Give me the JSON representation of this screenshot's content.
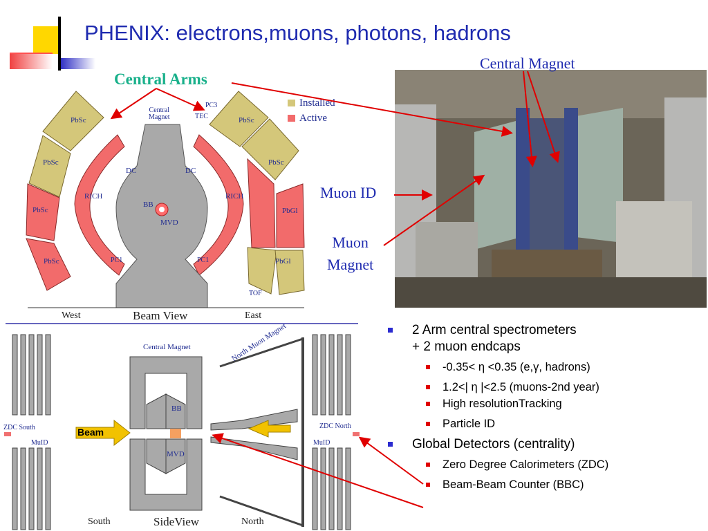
{
  "slide": {
    "title": "PHENIX: electrons,muons, photons, hadrons"
  },
  "callouts": {
    "central_arms": "Central Arms",
    "central_magnet": "Central Magnet",
    "muon_id": "Muon ID",
    "muon_magnet_1": "Muon",
    "muon_magnet_2": "Magnet"
  },
  "beam_view": {
    "legend_installed": "Installed",
    "legend_active": "Active",
    "installed_color": "#d4c77a",
    "active_color": "#f26b6b",
    "central_magnet_1": "Central",
    "central_magnet_2": "Magnet",
    "pc3": "PC3",
    "tec": "TEC",
    "pbsc": "PbSc",
    "pbgl": "PbGl",
    "rich": "RICH",
    "dc": "DC",
    "bb": "BB",
    "mvd": "MVD",
    "pc1": "PC1",
    "tof": "TOF",
    "west": "West",
    "east": "East",
    "caption": "Beam View"
  },
  "side_view": {
    "central_magnet": "Central Magnet",
    "north_muon_magnet": "North Muon Magnet",
    "zdc_south": "ZDC South",
    "zdc_north": "ZDC North",
    "muid": "MuID",
    "beam": "Beam",
    "bb": "BB",
    "mvd": "MVD",
    "south": "South",
    "north": "North",
    "caption": "SideView"
  },
  "bullets": {
    "b1_line1": "2 Arm central spectrometers",
    "b1_line2": "+ 2 muon endcaps",
    "s1": "-0.35< η <0.35 (e,γ, hadrons)",
    "s2": "1.2<| η |<2.5 (muons-2nd year)",
    "s3": "High resolutionTracking",
    "s4": "Particle ID",
    "b2": "Global Detectors (centrality)",
    "s5": "Zero Degree Calorimeters (ZDC)",
    "s6": "Beam-Beam Counter (BBC)"
  }
}
